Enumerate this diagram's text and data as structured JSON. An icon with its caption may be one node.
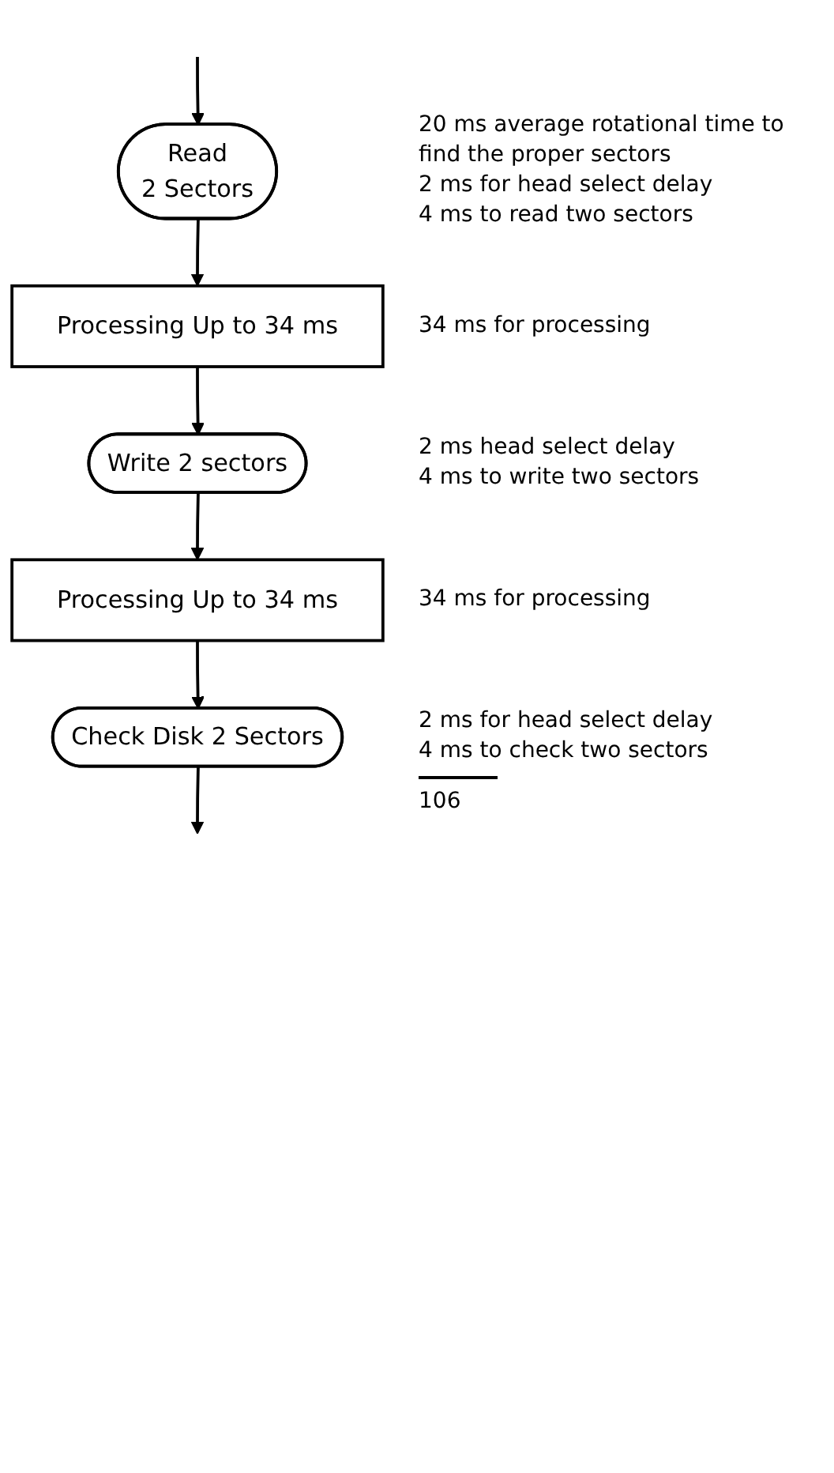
{
  "diagram": {
    "nodes": [
      {
        "text": [
          "Read",
          "2 Sectors"
        ],
        "beside": [
          "20 ms average rotational time to find the proper sectors",
          "2 ms for head select delay",
          "4 ms to read two sectors"
        ]
      },
      {
        "text": [
          "Processing Up to 34 ms"
        ],
        "beside": [
          "34 ms for processing"
        ]
      },
      {
        "text": [
          "Write 2 sectors"
        ],
        "beside": [
          "2 ms head select delay",
          "4 ms to write two sectors"
        ]
      },
      {
        "text": [
          "Processing Up to 34 ms"
        ],
        "beside": [
          "34 ms for processing"
        ]
      },
      {
        "text": [
          "Check Disk 2 Sectors"
        ],
        "beside": [
          "2 ms for head select delay",
          "4 ms to check two sectors"
        ]
      }
    ],
    "edges": [
      {
        "from": null,
        "to": 0,
        "arrow": "to"
      },
      {
        "from": 0,
        "to": 1,
        "arrow": "to"
      },
      {
        "from": 1,
        "to": 2,
        "arrow": "to"
      },
      {
        "from": 2,
        "to": 3,
        "arrow": "to"
      },
      {
        "from": 3,
        "to": 4,
        "arrow": "to"
      },
      {
        "from": 4,
        "to": null,
        "arrow": "to"
      }
    ],
    "labels": [
      "106"
    ]
  }
}
